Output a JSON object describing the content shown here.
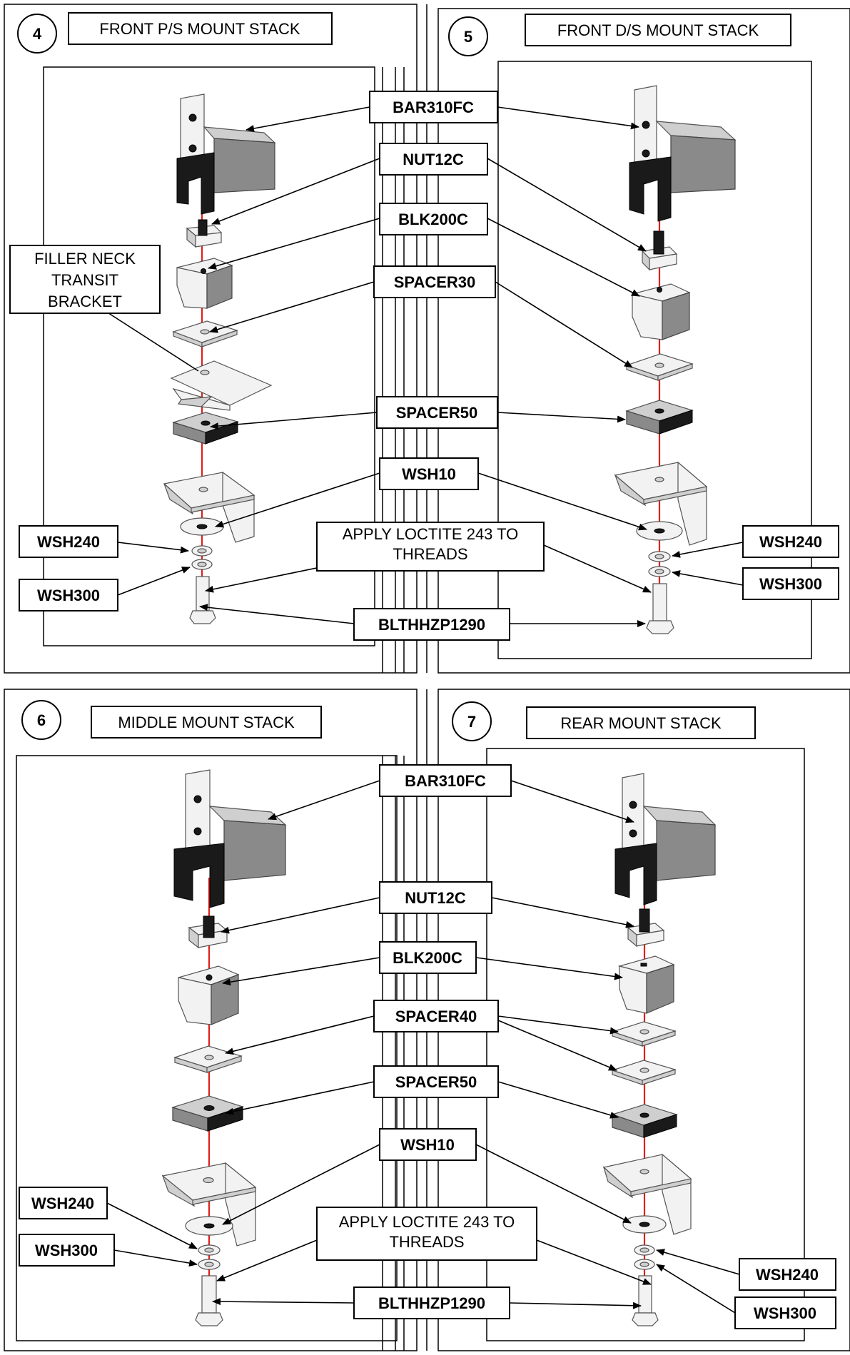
{
  "panels": {
    "p4": {
      "number": "4",
      "title": "FRONT P/S MOUNT STACK"
    },
    "p5": {
      "number": "5",
      "title": "FRONT D/S MOUNT STACK"
    },
    "p6": {
      "number": "6",
      "title": "MIDDLE MOUNT STACK"
    },
    "p7": {
      "number": "7",
      "title": "REAR MOUNT STACK"
    }
  },
  "top_labels": {
    "bar": "BAR310FC",
    "nut": "NUT12C",
    "blk": "BLK200C",
    "spacer30": "SPACER30",
    "spacer50": "SPACER50",
    "wsh10": "WSH10",
    "bolt": "BLTHHZP1290",
    "wsh240_left": "WSH240",
    "wsh300_left": "WSH300",
    "wsh240_right": "WSH240",
    "wsh300_right": "WSH300"
  },
  "bottom_labels": {
    "bar": "BAR310FC",
    "nut": "NUT12C",
    "blk": "BLK200C",
    "spacer40": "SPACER40",
    "spacer50": "SPACER50",
    "wsh10": "WSH10",
    "bolt": "BLTHHZP1290",
    "wsh240_left": "WSH240",
    "wsh300_left": "WSH300",
    "wsh240_right": "WSH240",
    "wsh300_right": "WSH300"
  },
  "notes": {
    "filler_line1": "FILLER NECK",
    "filler_line2": "TRANSIT",
    "filler_line3": "BRACKET",
    "loctite_top_line1": "APPLY LOCTITE 243 TO",
    "loctite_top_line2": "THREADS",
    "loctite_bottom_line1": "APPLY LOCTITE 243 TO",
    "loctite_bottom_line2": "THREADS"
  }
}
